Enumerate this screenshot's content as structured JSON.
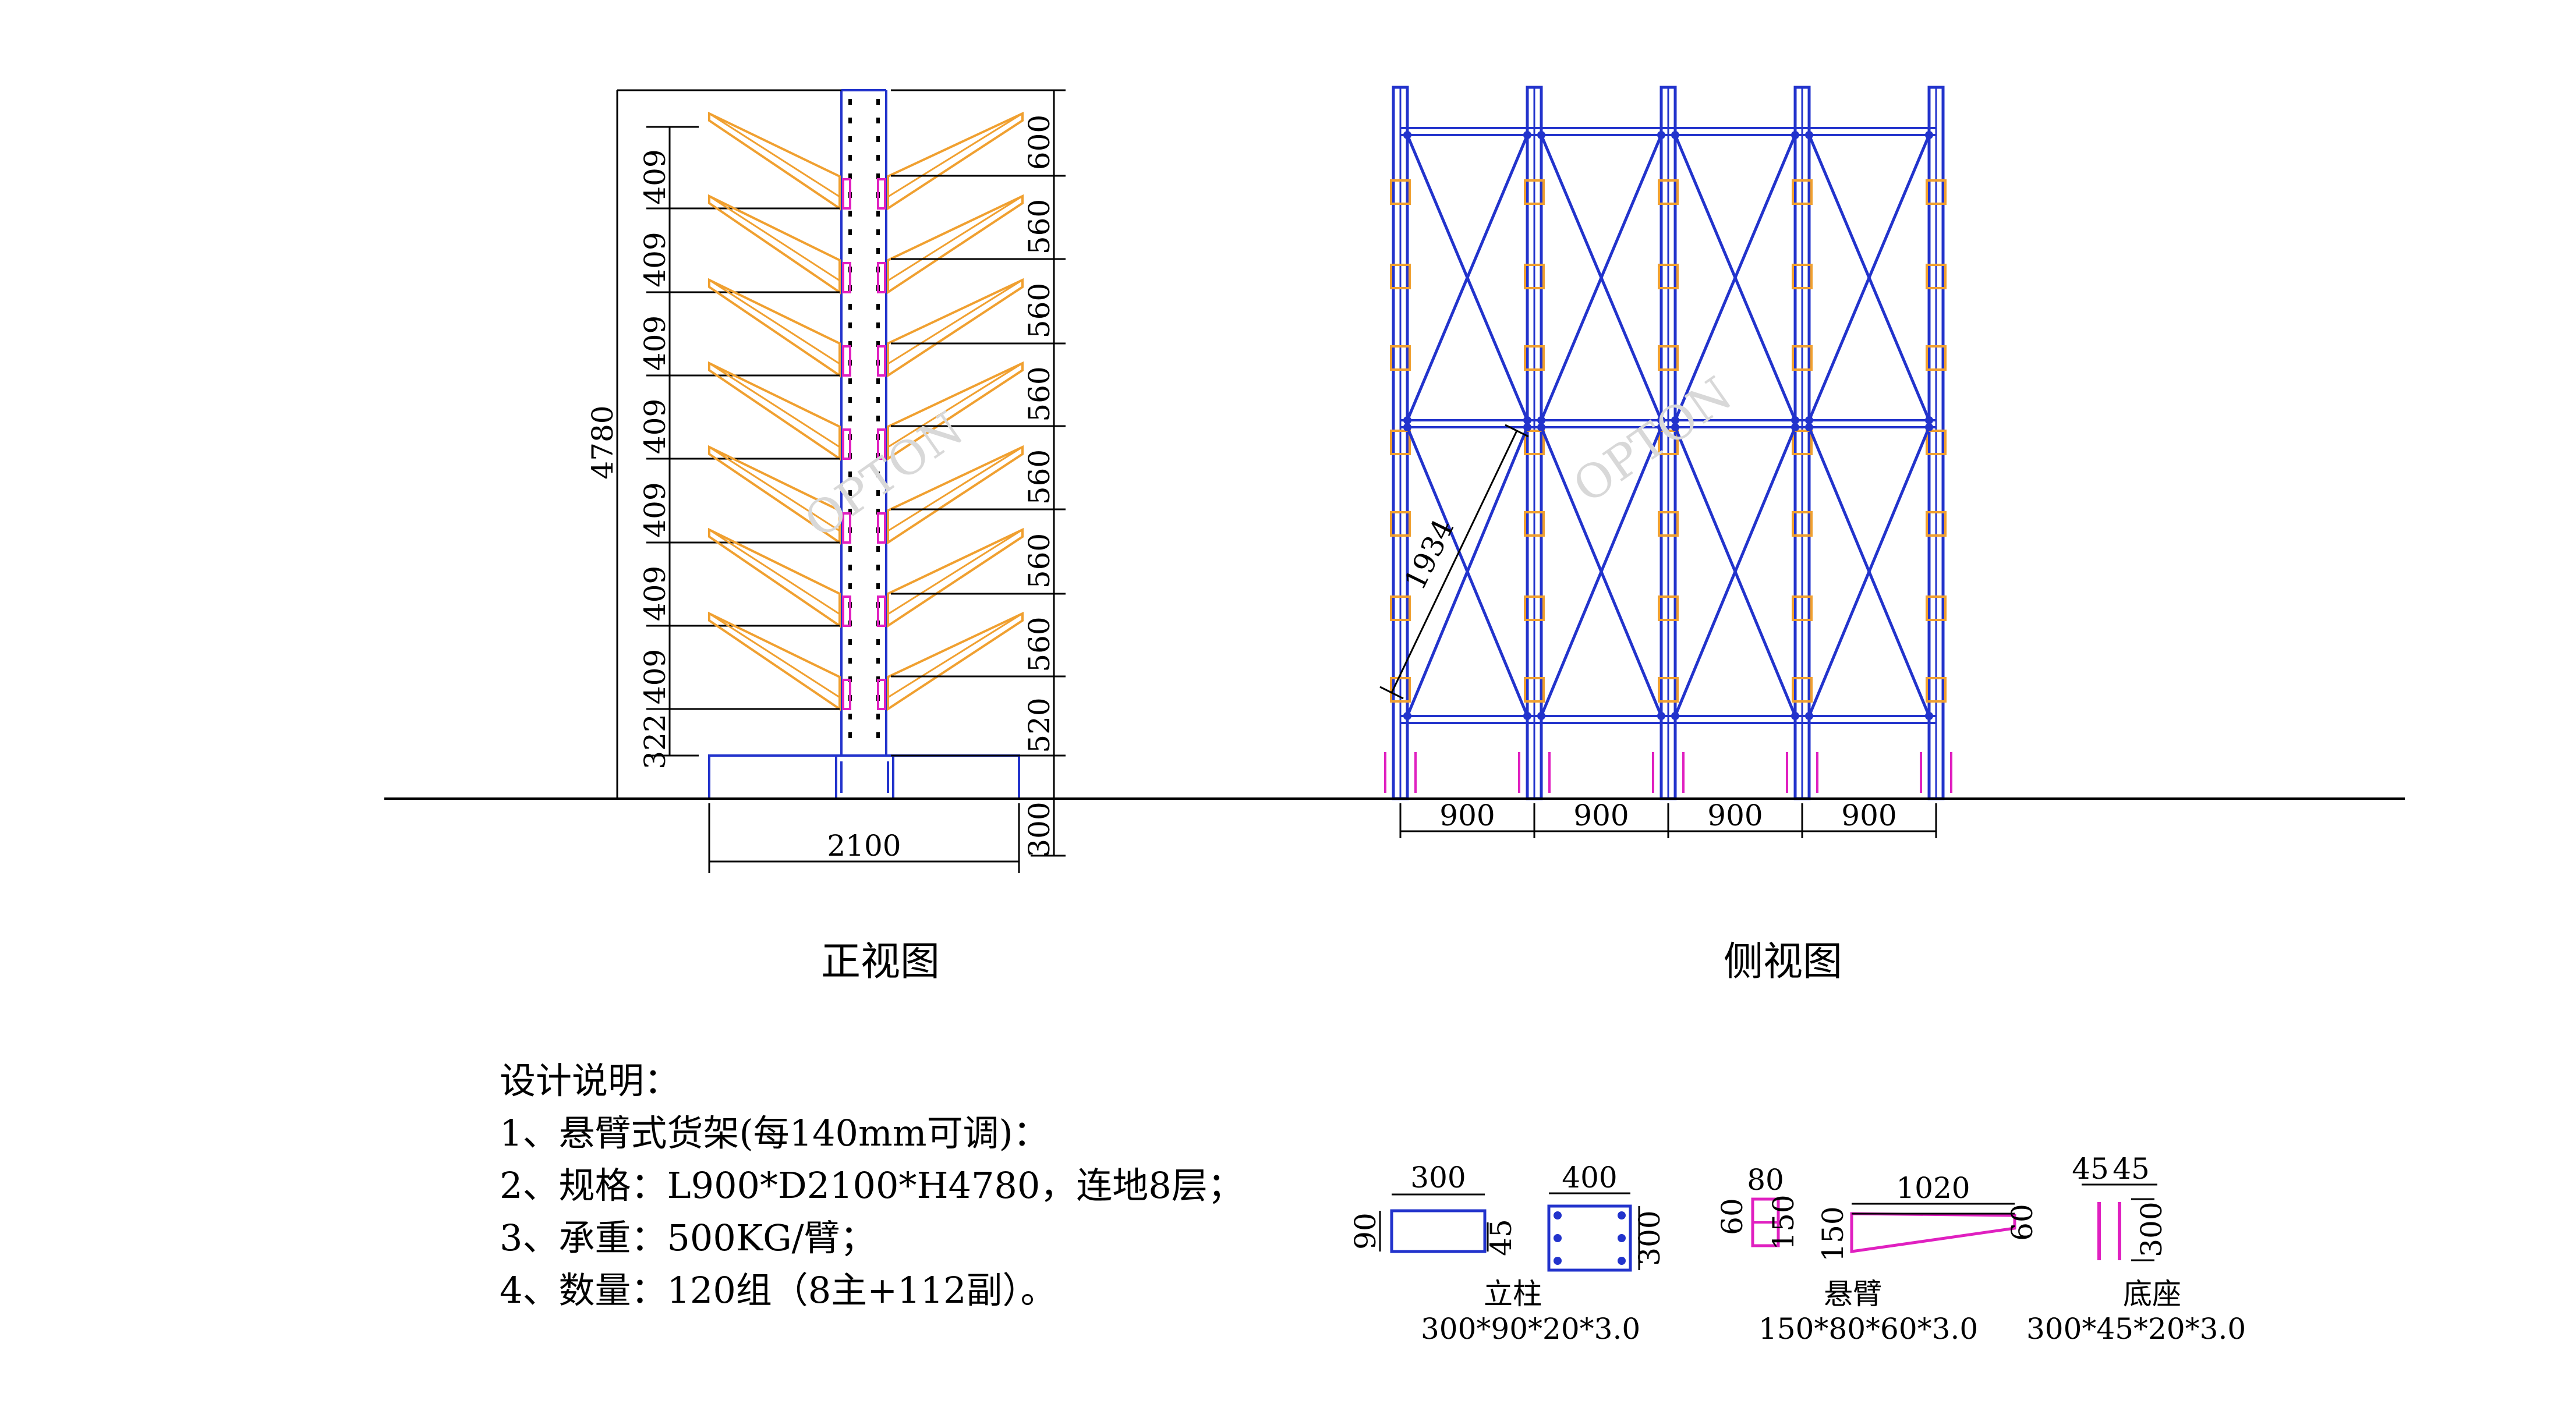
{
  "front_view": {
    "title": "正视图",
    "height_label": "4780",
    "width_label": "2100",
    "base_label": "300",
    "arm_spacing_labels": [
      "409",
      "409",
      "409",
      "409",
      "409",
      "409",
      "409",
      "322"
    ],
    "level_labels": [
      "600",
      "560",
      "560",
      "560",
      "560",
      "560",
      "560",
      "520"
    ],
    "watermark": "OPTON"
  },
  "side_view": {
    "title": "侧视图",
    "bay_labels": [
      "900",
      "900",
      "900",
      "900"
    ],
    "brace_label": "1934",
    "watermark": "OPTON"
  },
  "notes": {
    "heading": "设计说明：",
    "lines": [
      "1、悬臂式货架(每140mm可调)：",
      "2、规格：L900*D2100*H4780，连地8层；",
      "3、承重：500KG/臂；",
      "4、数量：120组（8主+112副）。"
    ]
  },
  "sections": {
    "upright": {
      "name": "立柱",
      "spec": "300*90*20*3.0",
      "dims": {
        "width": "300",
        "depth": "90",
        "lip": "45",
        "face_width": "400",
        "face_height": "300"
      }
    },
    "arm": {
      "name": "悬臂",
      "spec": "150*80*60*3.0",
      "dims": {
        "width": "80",
        "h1": "60",
        "h2": "150",
        "length": "1020",
        "root": "150",
        "tip": "60"
      }
    },
    "base": {
      "name": "底座",
      "spec": "300*45*20*3.0",
      "dims": {
        "w1": "45",
        "w2": "45",
        "height": "300"
      }
    }
  },
  "colors": {
    "blue": "#2233cc",
    "orange": "#f0a030",
    "magenta": "#e020c0",
    "line": "#000000"
  }
}
